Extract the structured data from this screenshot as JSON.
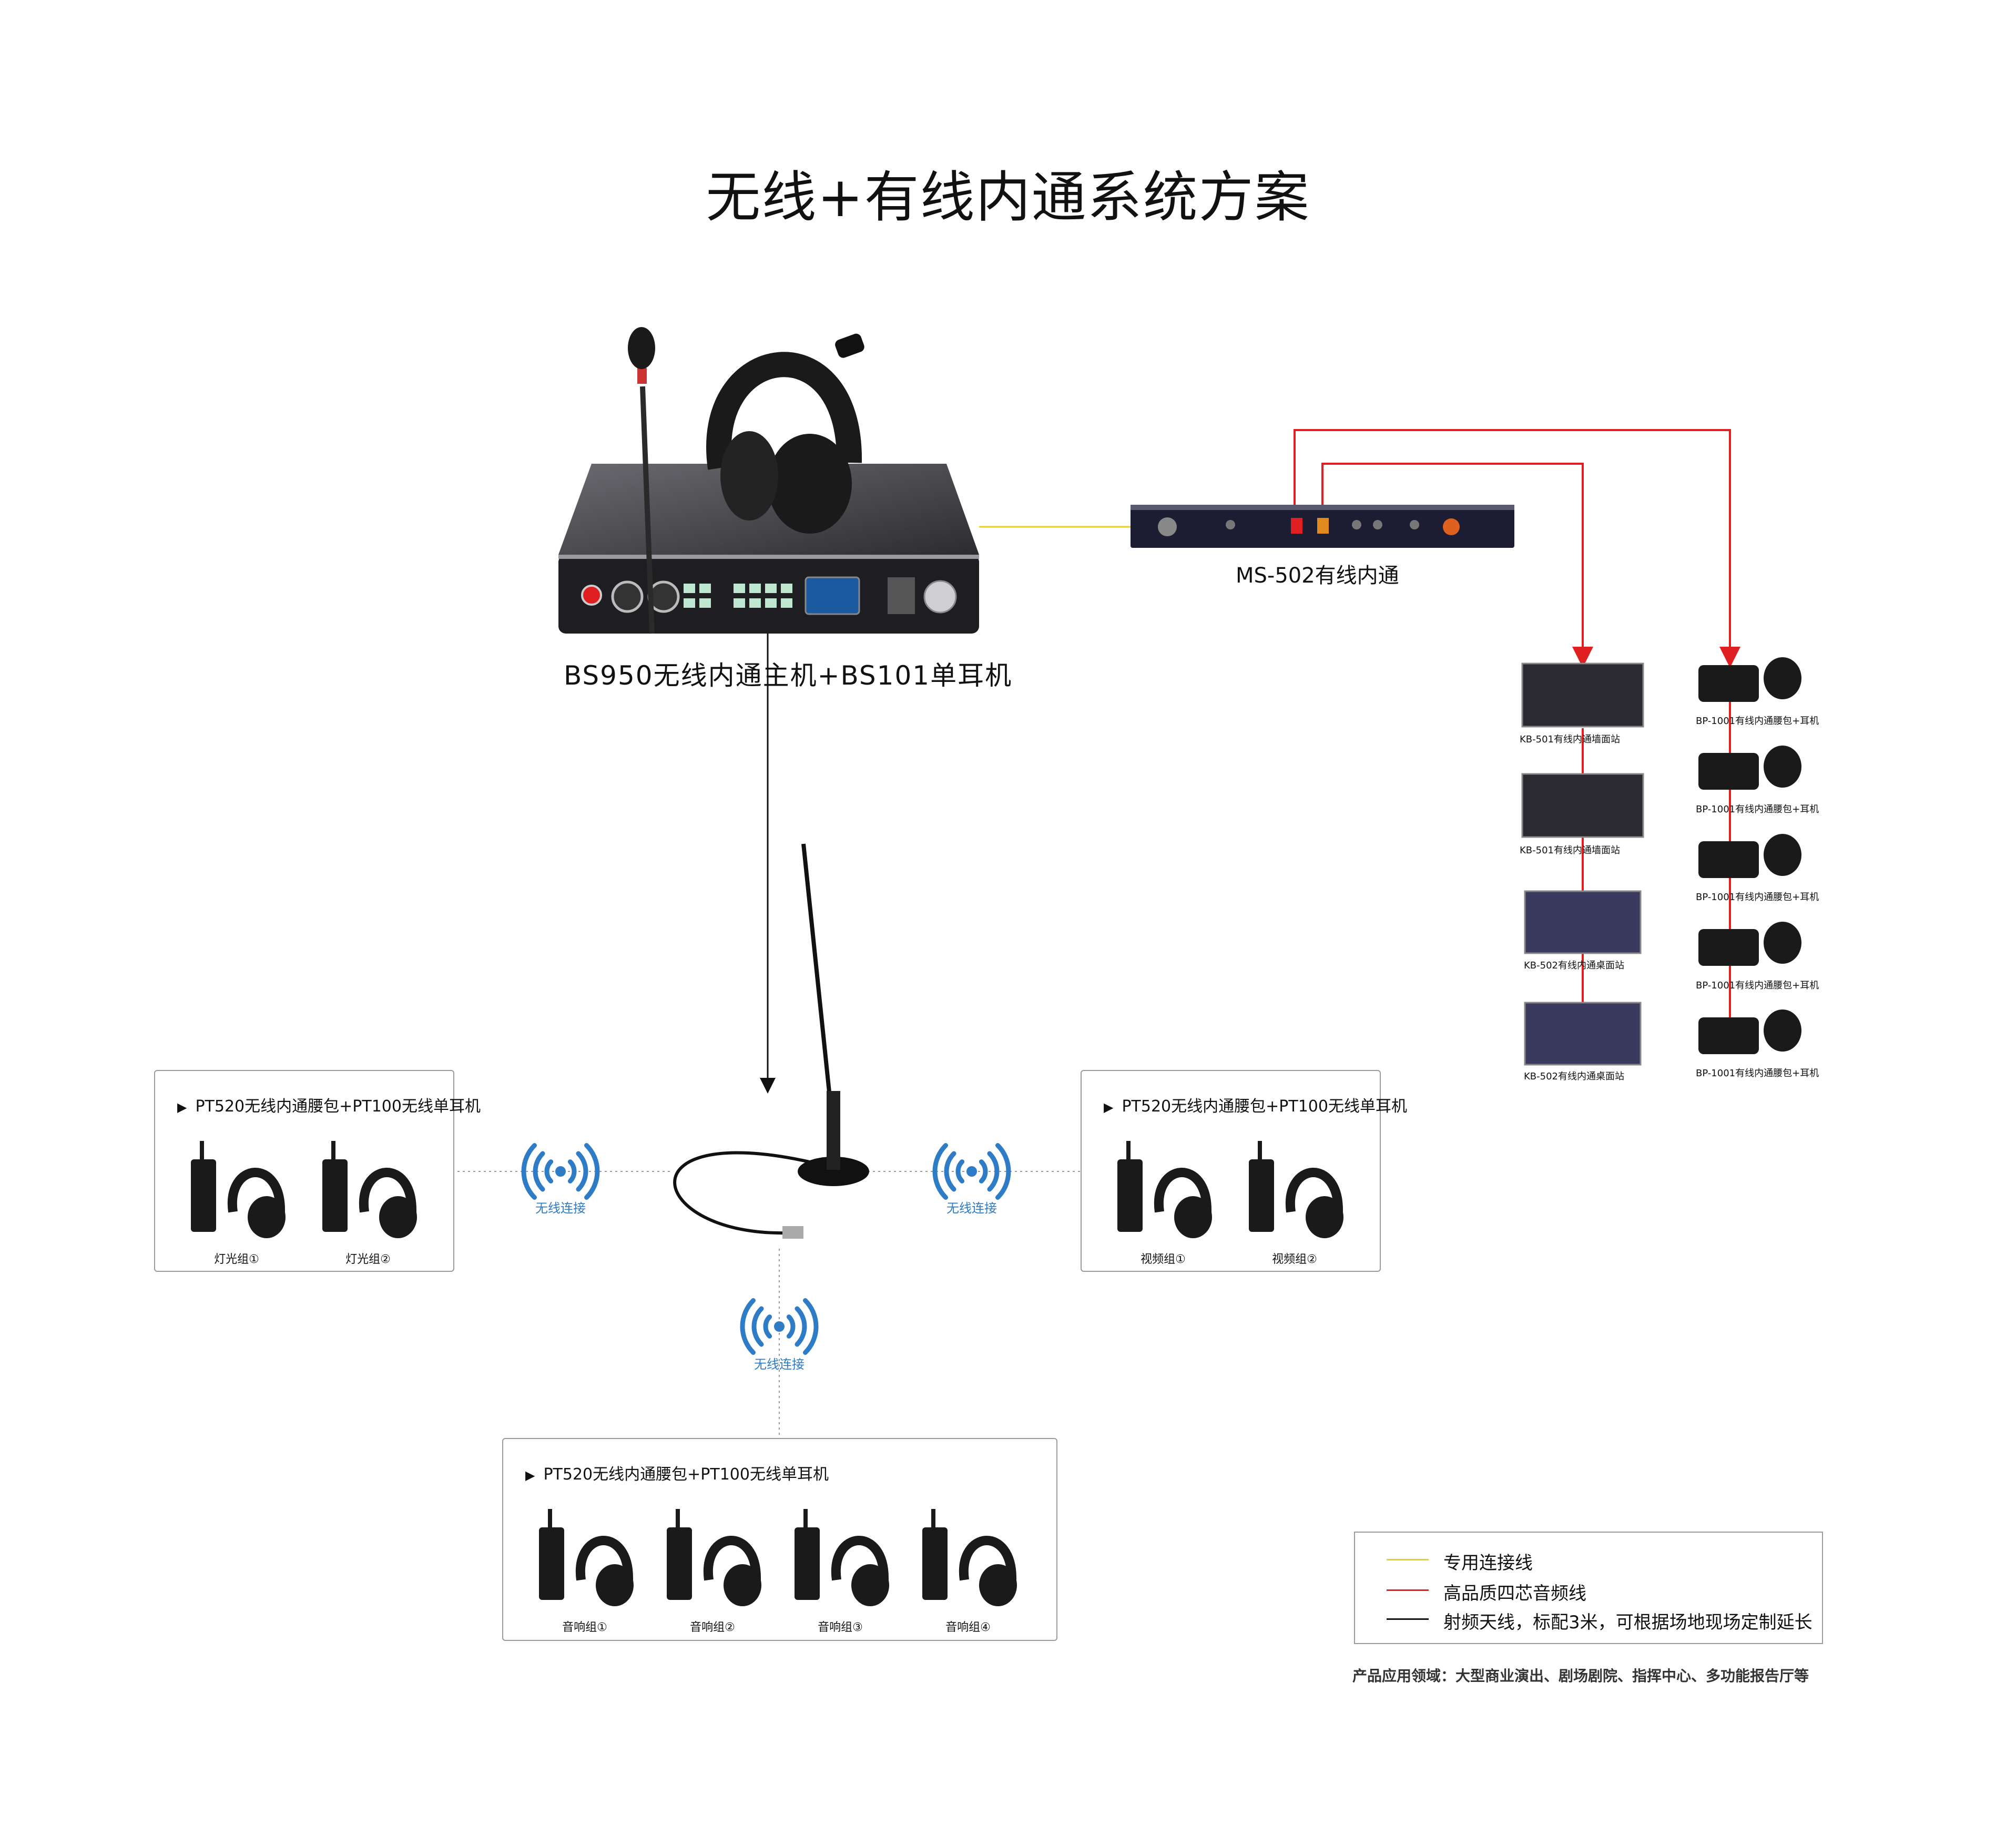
{
  "title": "无线+有线内通系统方案",
  "main_unit": {
    "label": "BS950无线内通主机+BS101单耳机"
  },
  "ms502": {
    "label": "MS-502有线内通"
  },
  "wired_left": [
    {
      "label": "KB-501有线内通墙面站"
    },
    {
      "label": "KB-501有线内通墙面站"
    },
    {
      "label": "KB-502有线内通桌面站"
    },
    {
      "label": "KB-502有线内通桌面站"
    }
  ],
  "wired_right": [
    {
      "label": "BP-1001有线内通腰包+耳机"
    },
    {
      "label": "BP-1001有线内通腰包+耳机"
    },
    {
      "label": "BP-1001有线内通腰包+耳机"
    },
    {
      "label": "BP-1001有线内通腰包+耳机"
    },
    {
      "label": "BP-1001有线内通腰包+耳机"
    }
  ],
  "wireless_link_label": "无线连接",
  "groups": {
    "left": {
      "title": "PT520无线内通腰包+PT100无线单耳机",
      "units": [
        "灯光组①",
        "灯光组②"
      ]
    },
    "right": {
      "title": "PT520无线内通腰包+PT100无线单耳机",
      "units": [
        "视频组①",
        "视频组②"
      ]
    },
    "bottom": {
      "title": "PT520无线内通腰包+PT100无线单耳机",
      "units": [
        "音响组①",
        "音响组②",
        "音响组③",
        "音响组④"
      ]
    }
  },
  "legend": {
    "items": [
      {
        "label": "专用连接线",
        "color": "#e8d21b"
      },
      {
        "label": "高品质四芯音频线",
        "color": "#e02020"
      },
      {
        "label": "射频天线，标配3米，可根据场地现场定制延长",
        "color": "#111111"
      }
    ]
  },
  "footer": "产品应用领域：大型商业演出、剧场剧院、指挥中心、多功能报告厅等",
  "colors": {
    "wireless_blue": "#2f7cc6",
    "red_line": "#e02020",
    "yellow_line": "#e8d21b"
  }
}
